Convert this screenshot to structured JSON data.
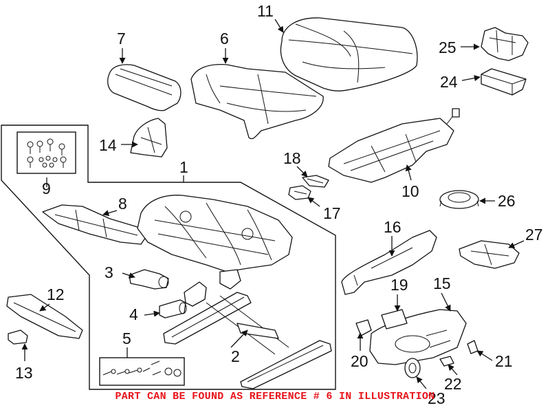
{
  "callouts": {
    "c1": "1",
    "c2": "2",
    "c3": "3",
    "c4": "4",
    "c5": "5",
    "c6": "6",
    "c7": "7",
    "c8": "8",
    "c9": "9",
    "c10": "10",
    "c11": "11",
    "c12": "12",
    "c13": "13",
    "c14": "14",
    "c15": "15",
    "c16": "16",
    "c17": "17",
    "c18": "18",
    "c19": "19",
    "c20": "20",
    "c21": "21",
    "c22": "22",
    "c23": "23",
    "c24": "24",
    "c25": "25",
    "c26": "26",
    "c27": "27"
  },
  "notice": "PART CAN BE FOUND AS REFERENCE # 6 IN ILLUSTRATION",
  "colors": {
    "line": "#111111",
    "notice": "#e8141b",
    "background": "#ffffff"
  }
}
